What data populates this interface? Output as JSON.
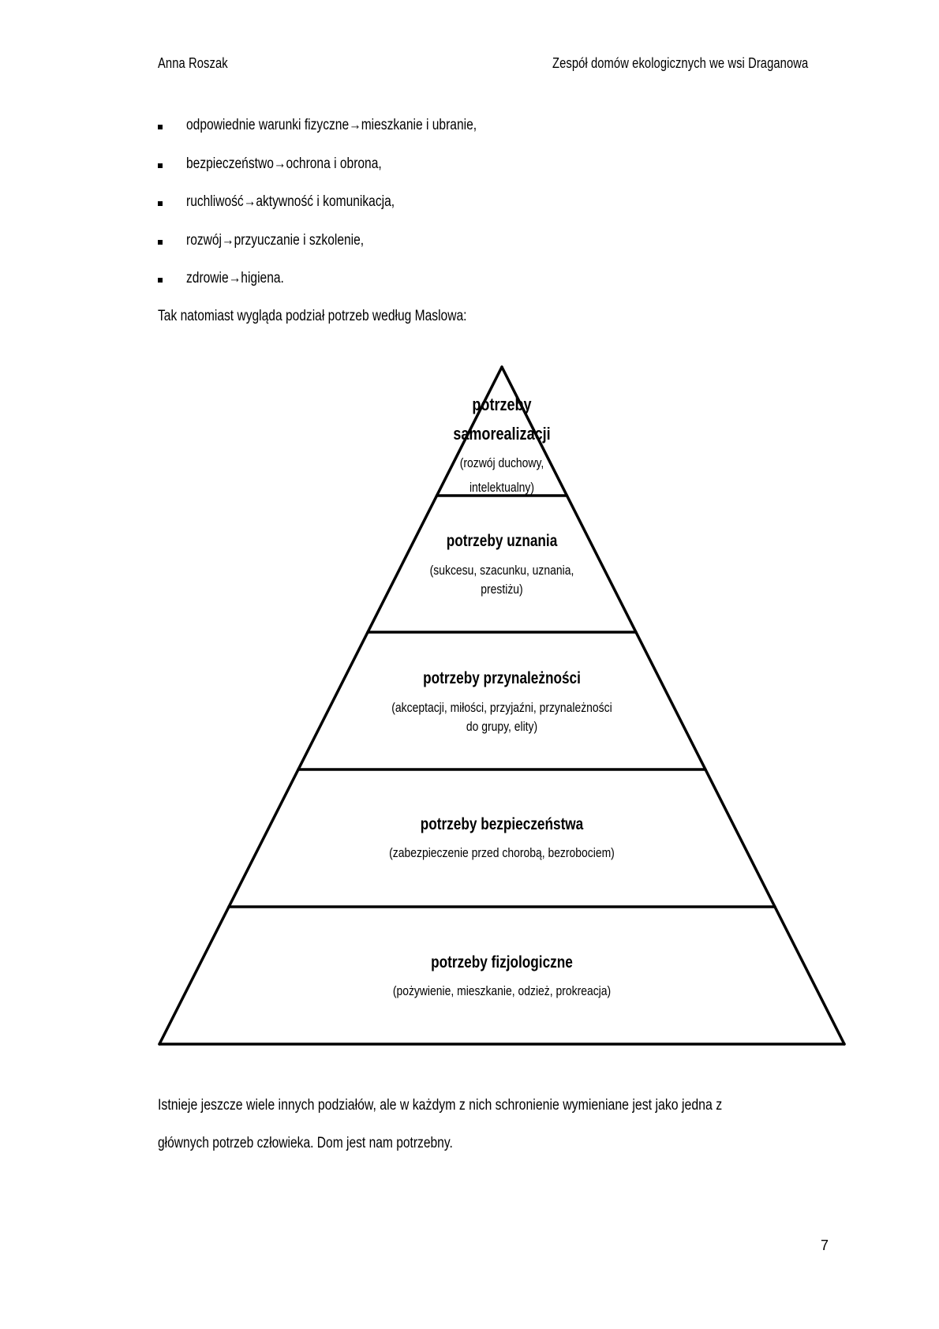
{
  "header": {
    "author": "Anna Roszak",
    "title": "Zespół domów ekologicznych we wsi Draganowa"
  },
  "bullets": [
    {
      "before": "odpowiednie warunki fizyczne",
      "arrow": "→",
      "after": "mieszkanie i ubranie,"
    },
    {
      "before": "bezpieczeństwo",
      "arrow": "→",
      "after": "ochrona i obrona,"
    },
    {
      "before": "ruchliwość",
      "arrow": "→",
      "after": "aktywność  i komunikacja,"
    },
    {
      "before": "rozwój",
      "arrow": "→",
      "after": "przyuczanie i szkolenie,"
    },
    {
      "before": "zdrowie",
      "arrow": "→",
      "after": "higiena."
    }
  ],
  "intro": "Tak natomiast wygląda podział potrzeb według Maslowa:",
  "pyramid": {
    "levels": [
      {
        "title_lines": [
          "potrzeby",
          "samorealizacji"
        ],
        "desc_lines": [
          "(rozwój duchowy,",
          "intelektualny)"
        ]
      },
      {
        "title_lines": [
          "potrzeby uznania"
        ],
        "desc_lines": [
          "(sukcesu, szacunku, uznania,",
          "prestiżu)"
        ]
      },
      {
        "title_lines": [
          "potrzeby przynależności"
        ],
        "desc_lines": [
          "(akceptacji, miłości, przyjaźni, przynależności",
          "do grupy, elity)"
        ]
      },
      {
        "title_lines": [
          "potrzeby bezpieczeństwa"
        ],
        "desc_lines": [
          "(zabezpieczenie przed chorobą, bezrobociem)"
        ]
      },
      {
        "title_lines": [
          "potrzeby fizjologiczne"
        ],
        "desc_lines": [
          "(pożywienie, mieszkanie, odzież, prokreacja)"
        ]
      }
    ]
  },
  "paragraph": {
    "line1": "Istnieje jeszcze wiele innych podziałów, ale w każdym z nich schronienie wymieniane jest jako jedna z",
    "line2": "głównych potrzeb człowieka. Dom jest nam potrzebny."
  },
  "page_number": "7"
}
